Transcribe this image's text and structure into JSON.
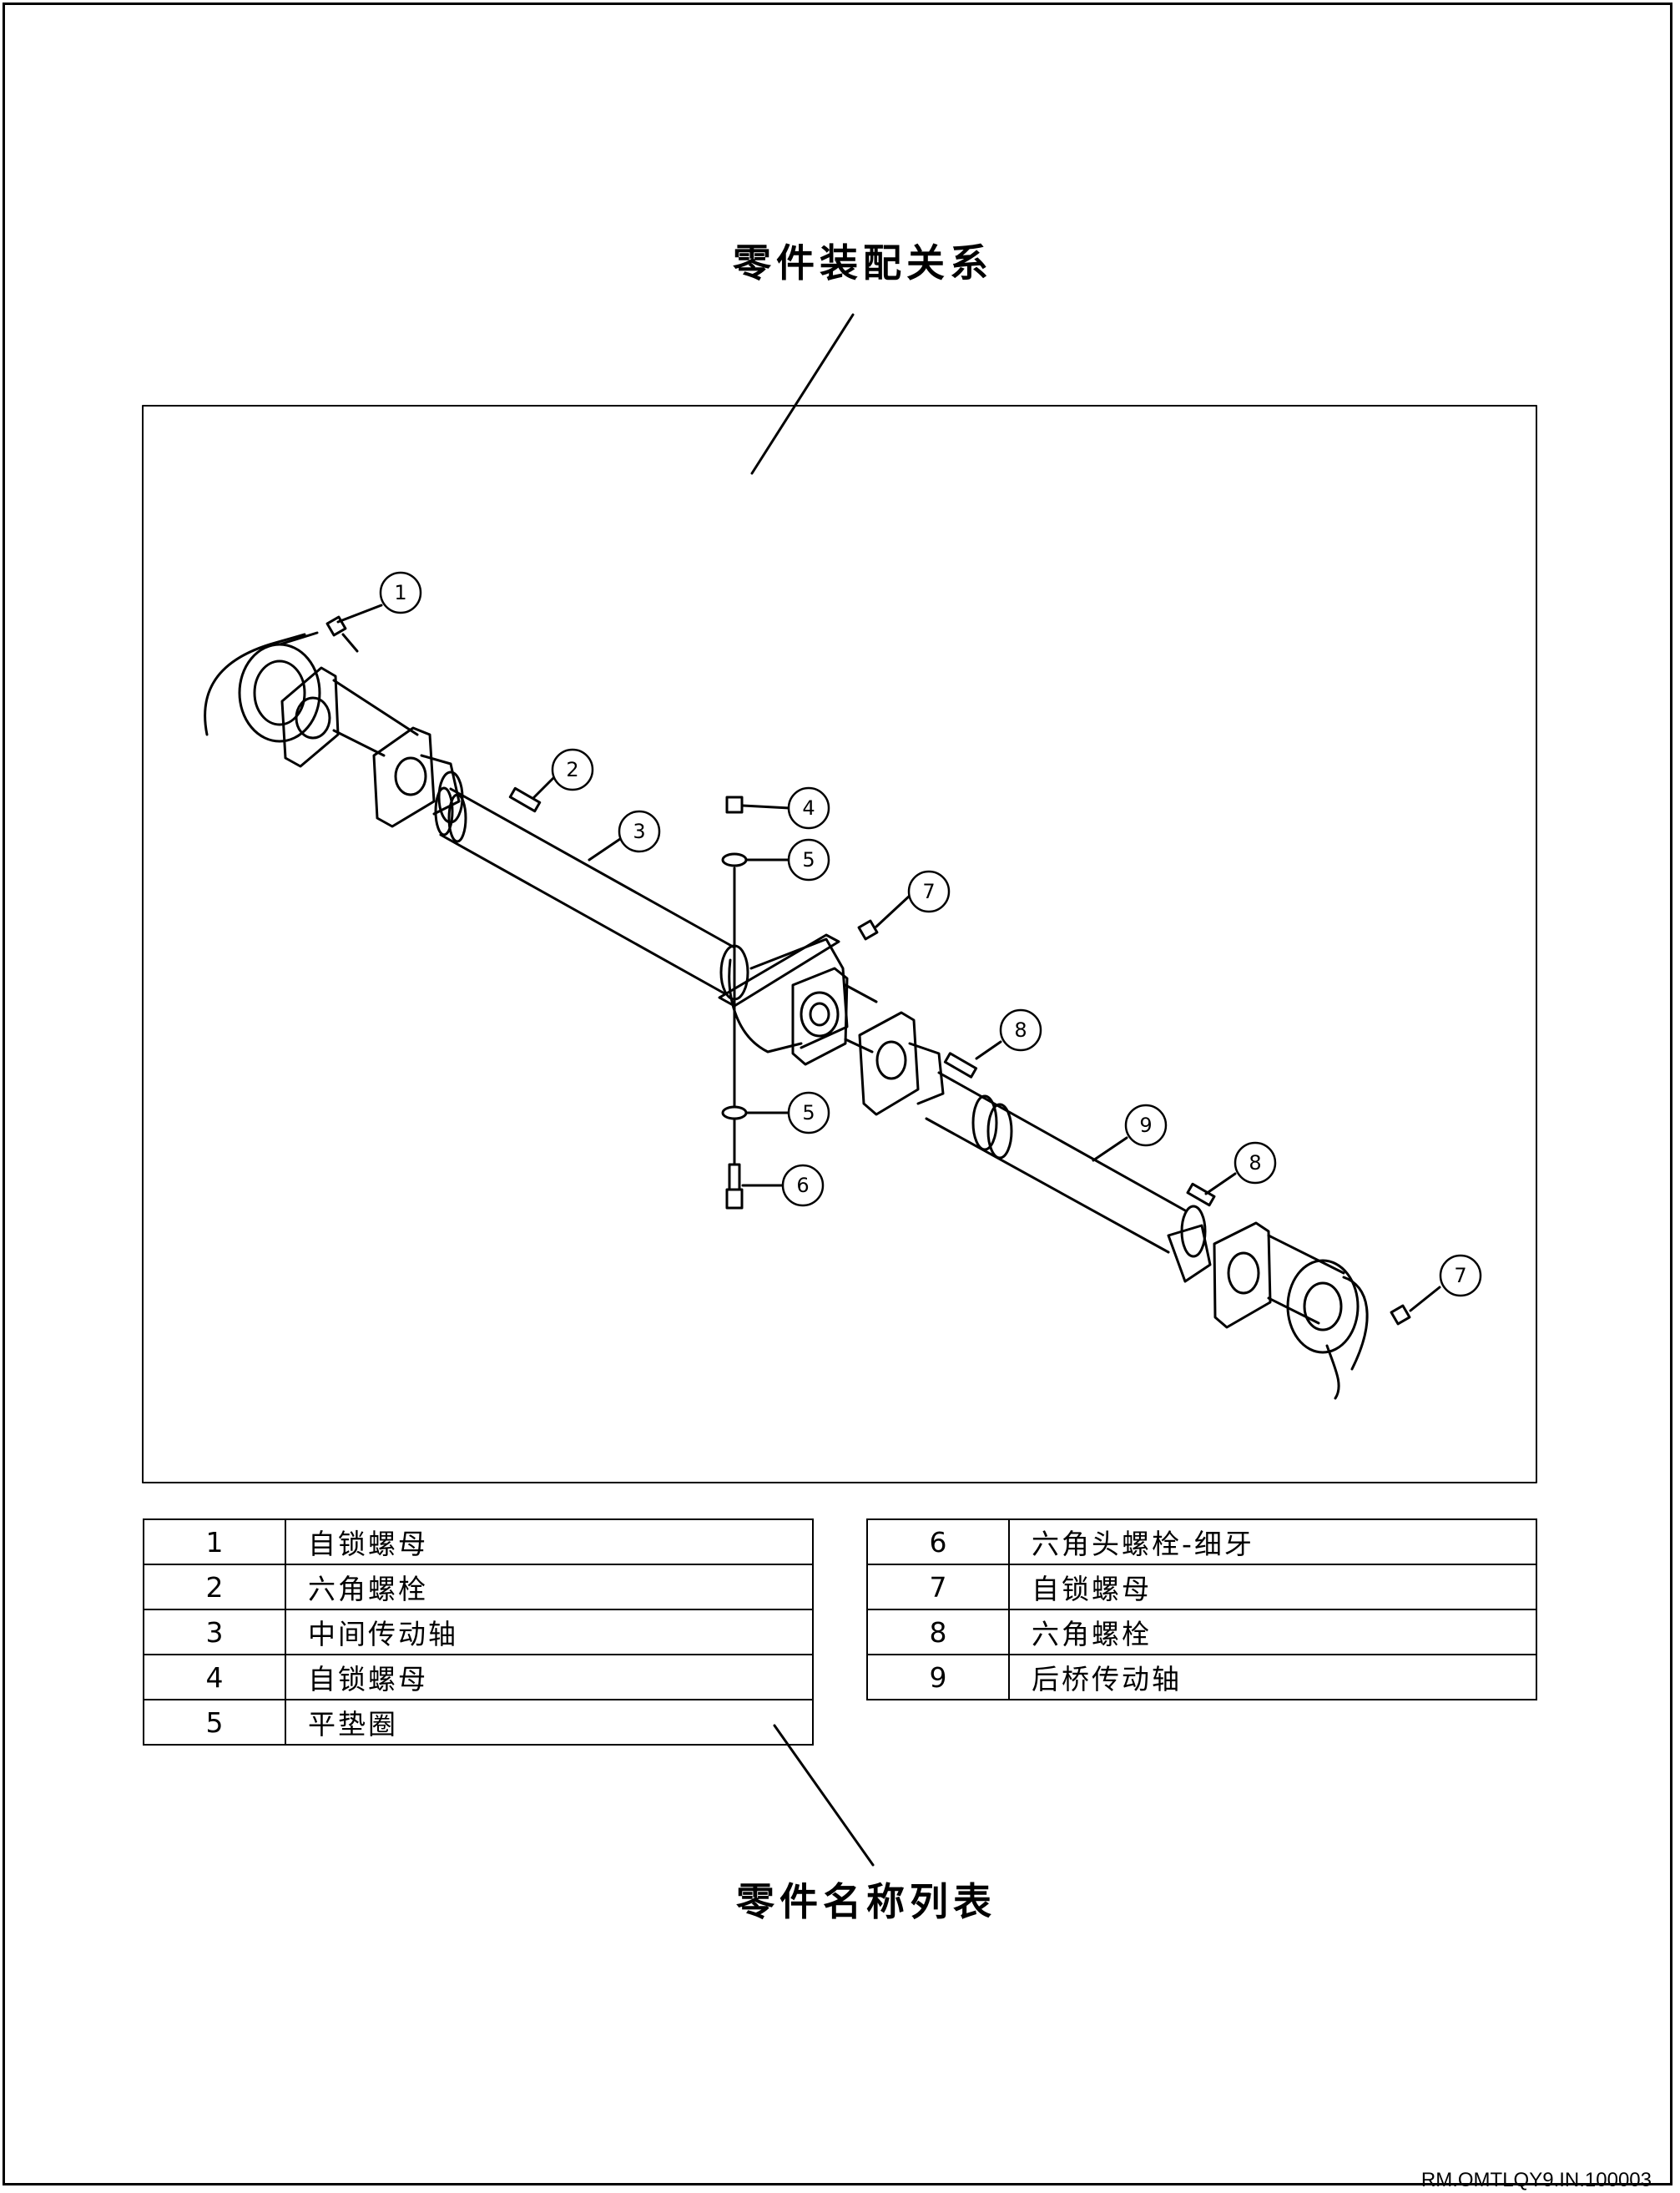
{
  "title_assembly": "零件装配关系",
  "title_parts_list": "零件名称列表",
  "callouts": [
    "1",
    "2",
    "3",
    "4",
    "5",
    "5",
    "6",
    "7",
    "7",
    "8",
    "8",
    "9"
  ],
  "parts_left": [
    {
      "no": "1",
      "name": "自锁螺母"
    },
    {
      "no": "2",
      "name": "六角螺栓"
    },
    {
      "no": "3",
      "name": "中间传动轴"
    },
    {
      "no": "4",
      "name": "自锁螺母"
    },
    {
      "no": "5",
      "name": "平垫圈"
    }
  ],
  "parts_right": [
    {
      "no": "6",
      "name": "六角头螺栓-细牙"
    },
    {
      "no": "7",
      "name": "自锁螺母"
    },
    {
      "no": "8",
      "name": "六角螺栓"
    },
    {
      "no": "9",
      "name": "后桥传动轴"
    }
  ],
  "document_number": "RM.OMTLQY9.IN.100003"
}
